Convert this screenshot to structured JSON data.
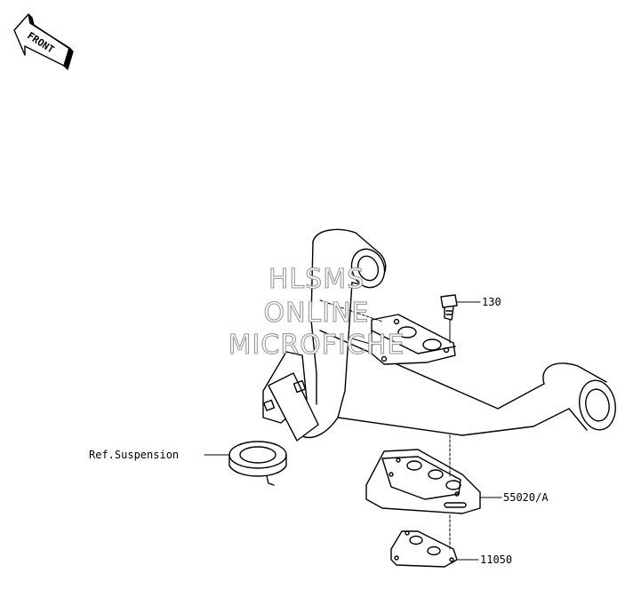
{
  "front_arrow": {
    "label": "FRONT"
  },
  "watermark": {
    "lines": [
      "HLSMS",
      "ONLINE",
      "MICROFICHE"
    ]
  },
  "callouts": {
    "bolt": "130",
    "guard_plate": "55020/A",
    "washer_plate": "11050",
    "ref": "Ref.Suspension"
  },
  "colors": {
    "line": "#000000",
    "watermark": "#9a9a9a"
  }
}
